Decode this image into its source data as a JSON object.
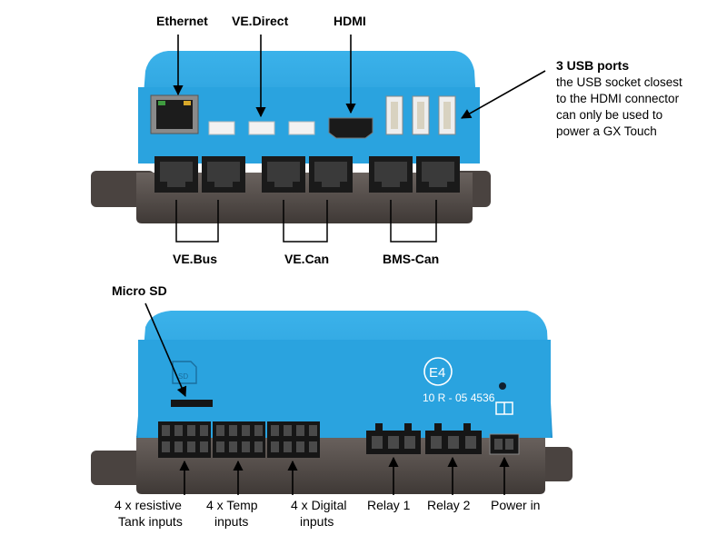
{
  "colors": {
    "housing_blue": "#2aa3df",
    "housing_blue_dark": "#1a7fb8",
    "base_gray": "#5a5350",
    "socket_black": "#222222",
    "label_text": "#000000"
  },
  "top_device": {
    "labels": {
      "ethernet": "Ethernet",
      "vedirect": "VE.Direct",
      "hdmi": "HDMI",
      "vebus": "VE.Bus",
      "vecan": "VE.Can",
      "bmscan": "BMS-Can"
    },
    "usb_note": {
      "title": "3 USB ports",
      "lines": [
        "the USB socket closest",
        "to the HDMI connector",
        "can only be used to",
        "power a GX Touch"
      ]
    }
  },
  "bottom_device": {
    "labels": {
      "microsd": "Micro SD",
      "sd_mark": "SD",
      "emark": "E4",
      "approval": "10 R - 05 4536",
      "tank": [
        "4 x resistive",
        "Tank inputs"
      ],
      "temp": [
        "4 x Temp",
        "inputs"
      ],
      "digital": [
        "4 x Digital",
        "inputs"
      ],
      "relay1": "Relay 1",
      "relay2": "Relay 2",
      "power": "Power in"
    }
  }
}
